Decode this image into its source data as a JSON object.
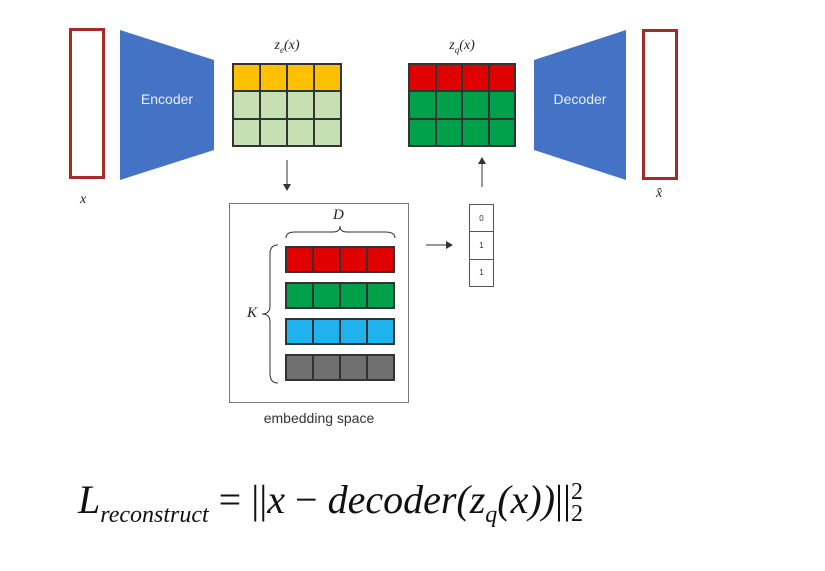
{
  "encoder": {
    "label": "Encoder",
    "color": "#4472c4"
  },
  "decoder": {
    "label": "Decoder",
    "color": "#4472c4"
  },
  "input": {
    "label": "x"
  },
  "output": {
    "label": "x̂"
  },
  "ze": {
    "label_base": "z",
    "label_sub": "e",
    "label_arg": "(x)",
    "rows": [
      [
        "#ffc000",
        "#ffc000",
        "#ffc000",
        "#ffc000"
      ],
      [
        "#c6e0b4",
        "#c6e0b4",
        "#c6e0b4",
        "#c6e0b4"
      ],
      [
        "#c6e0b4",
        "#c6e0b4",
        "#c6e0b4",
        "#c6e0b4"
      ]
    ]
  },
  "zq": {
    "label_base": "z",
    "label_sub": "q",
    "label_arg": "(x)",
    "rows": [
      [
        "#e00000",
        "#e00000",
        "#e00000",
        "#e00000"
      ],
      [
        "#00a04a",
        "#00a04a",
        "#00a04a",
        "#00a04a"
      ],
      [
        "#00a04a",
        "#00a04a",
        "#00a04a",
        "#00a04a"
      ]
    ]
  },
  "embedding": {
    "caption": "embedding space",
    "dim_label": "D",
    "count_label": "K",
    "rows": [
      "#e00000",
      "#00a04a",
      "#1fb2ee",
      "#707070"
    ]
  },
  "indices": [
    "0",
    "1",
    "1"
  ],
  "formula": {
    "lhs_base": "L",
    "lhs_sub": "reconstruct",
    "eq": "=",
    "open": "||",
    "x": "x",
    "minus": "−",
    "fn": "decoder(z",
    "fn_sub": "q",
    "fn_tail": "(x))",
    "close": "||",
    "sup": "2",
    "sub": "2"
  }
}
